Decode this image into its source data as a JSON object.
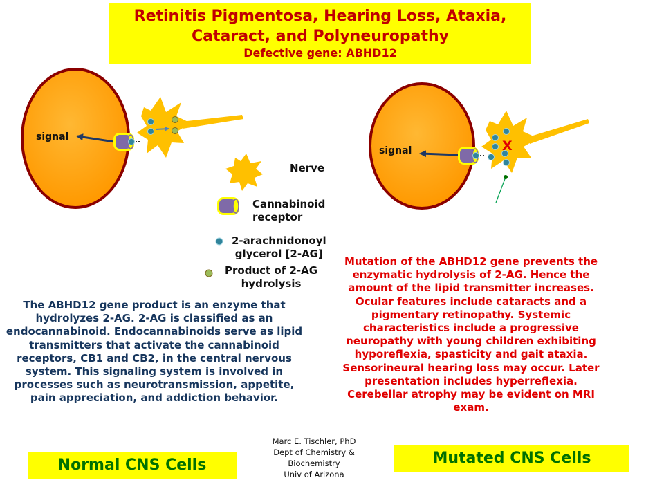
{
  "title": {
    "line1": "Retinitis Pigmentosa, Hearing Loss, Ataxia,",
    "line2": "Cataract, and Polyneuropathy",
    "subtitle": "Defective gene: ABHD12"
  },
  "diagram": {
    "normal_signal_label": "signal",
    "mutated_signal_label": "signal",
    "blocked_mark": "X"
  },
  "legend": {
    "nerve": "Nerve",
    "receptor_line1": "Cannabinoid",
    "receptor_line2": "receptor",
    "two_ag_line1": "2-arachnidonoyl",
    "two_ag_line2": "glycerol [2-AG]",
    "product_line1": "Product of 2-AG",
    "product_line2": "hydrolysis"
  },
  "normal_description": "The ABHD12 gene product is an enzyme that hydrolyzes 2-AG. 2-AG is classified as an endocannabinoid. Endocannabinoids serve as lipid transmitters that activate the cannabinoid receptors, CB1 and CB2, in the central nervous system. This signaling system is involved in processes such as neurotransmission, appetite, pain appreciation, and addiction behavior.",
  "mutation_description": "Mutation of the ABHD12 gene prevents the enzymatic hydrolysis of 2-AG. Hence the amount of the lipid transmitter increases. Ocular features include cataracts and a pigmentary retinopathy. Systemic characteristics include a progressive neuropathy with young children exhibiting hyporeflexia, spasticity and gait ataxia. Sensorineural hearing loss may occur. Later presentation includes hyperreflexia. Cerebellar atrophy may be evident on MRI exam.",
  "labels": {
    "normal": "Normal CNS Cells",
    "mutated": "Mutated CNS Cells"
  },
  "credit": {
    "line1": "Marc E. Tischler, PhD",
    "line2": "Dept of Chemistry &",
    "line3": "Biochemistry",
    "line4": "Univ of Arizona"
  },
  "colors": {
    "title_bg": "#ffff00",
    "title_text": "#c00000",
    "cell_fill": "#ff9900",
    "cell_border": "#8b0000",
    "nerve_fill": "#ffc000",
    "receptor_fill": "#7f6aa8",
    "receptor_border": "#ffff00",
    "two_ag": "#31849b",
    "product": "#9bbb59",
    "arrow": "#1f3864",
    "normal_text": "#17365d",
    "mutation_text": "#e00000",
    "label_text": "#007000"
  }
}
